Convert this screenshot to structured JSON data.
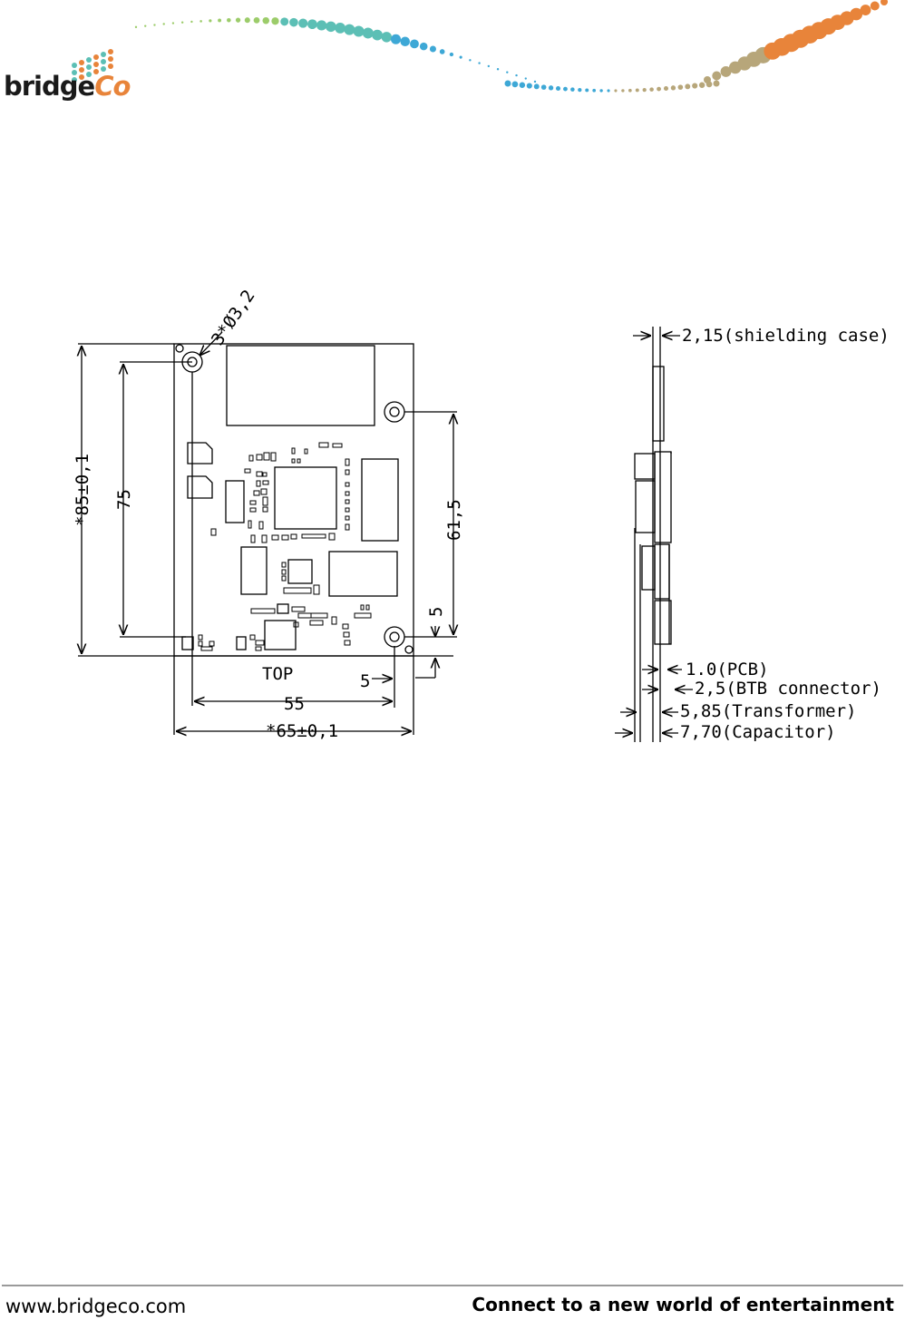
{
  "brand": {
    "logo_main": "bridge",
    "logo_accent": "Co",
    "colors": {
      "teal": "#5cbfb5",
      "blue": "#3ea8d6",
      "orange": "#e8843a",
      "olive": "#b7a67a",
      "green": "#9ccc6a"
    }
  },
  "footer": {
    "website": "www.bridgeco.com",
    "slogan": "Connect to a new world of entertainment"
  },
  "drawing": {
    "top_view": {
      "hole_label": "3*Ø3,2",
      "height_total": "*85±0,1",
      "hole_spacing_v": "75",
      "right_spacing": "61,5",
      "edge_offset_v": "5",
      "view_label": "TOP",
      "edge_offset_h": "5",
      "hole_spacing_h": "55",
      "width_total": "*65±0,1"
    },
    "side_view": {
      "shielding": "2,15(shielding case)",
      "pcb": "1.0(PCB)",
      "btb": "2,5(BTB connector)",
      "transformer": "5,85(Transformer)",
      "capacitor": "7,70(Capacitor)"
    }
  }
}
